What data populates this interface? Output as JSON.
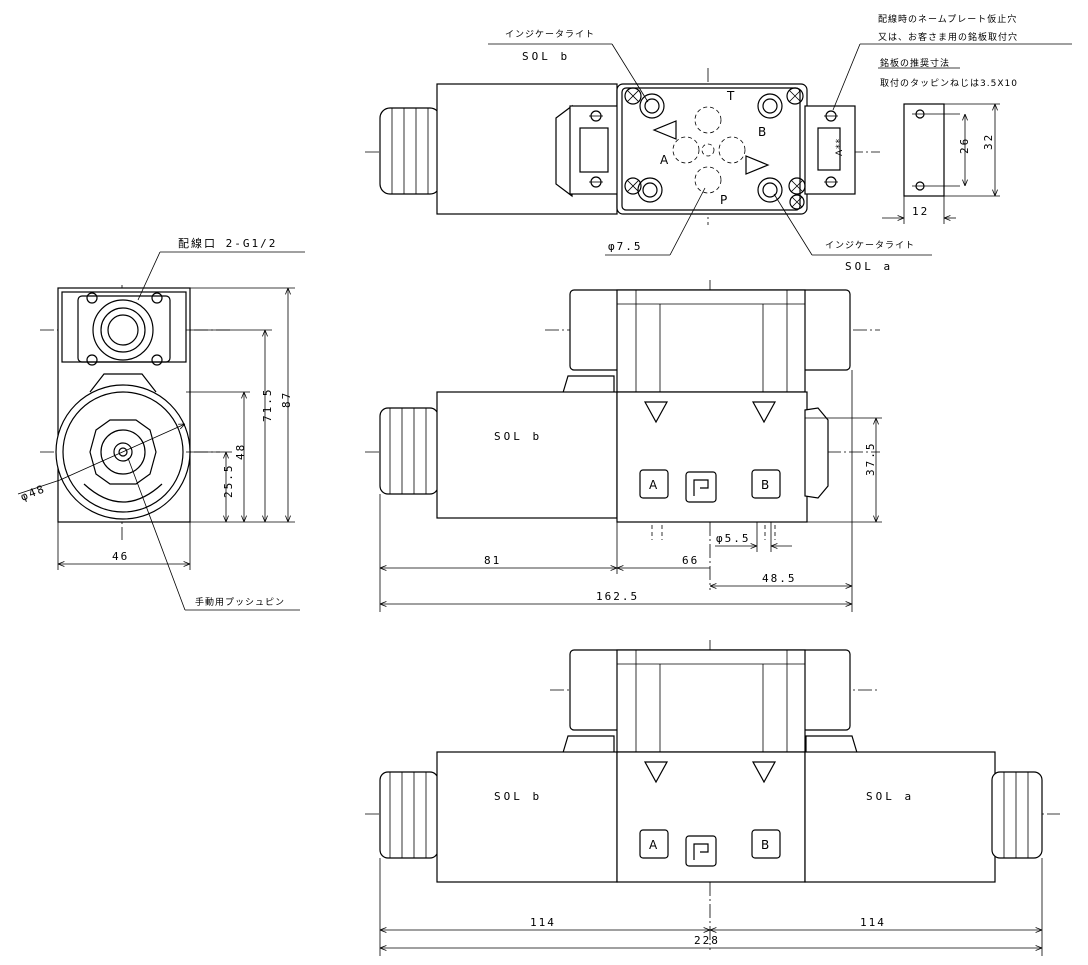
{
  "labels": {
    "indicator_light_b": "インジケータライト",
    "sol_b_top": "SOL b",
    "indicator_light_a": "インジケータライト",
    "sol_a_top": "SOL a",
    "nameplate_line1": "配線時のネームプレート仮止穴",
    "nameplate_line2": "又は、お客さま用の銘板取付穴",
    "plate_title": "銘板の推奨寸法",
    "plate_screw": "取付のタッピンねじは3.5X10",
    "wiring_port": "配線口 2-G1/2",
    "manual_pin": "手動用プッシュピン",
    "phi_port": "φ7.5",
    "sol_b_side": "SOL b",
    "sol_b_bottom": "SOL b",
    "sol_a_bottom": "SOL a",
    "lamp_mark": "A**"
  },
  "ports": {
    "t": "T",
    "b": "B",
    "a": "A",
    "p": "P"
  },
  "dims": {
    "plate_h_inner": "26",
    "plate_h_outer": "32",
    "plate_w": "12",
    "height_87": "87",
    "height_71_5": "71.5",
    "height_48": "48",
    "height_25_5": "25.5",
    "phi_48": "φ48",
    "width_46": "46",
    "side_37_5": "37.5",
    "phi_5_5": "φ5.5",
    "len_81": "81",
    "len_66": "66",
    "len_48_5": "48.5",
    "len_162_5": "162.5",
    "len_114_left": "114",
    "len_114_right": "114",
    "len_228": "228"
  }
}
